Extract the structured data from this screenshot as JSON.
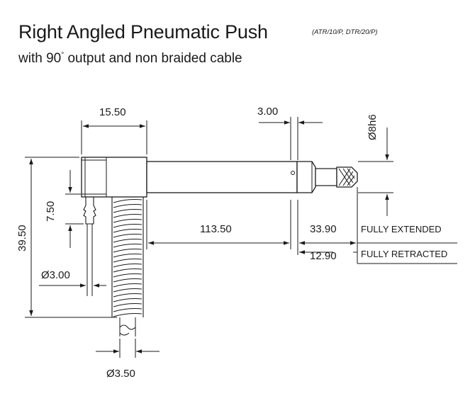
{
  "title": "Right Angled Pneumatic Push",
  "models": "(ATR/10/P, DTR/20/P)",
  "subtitle_prefix": "with 90",
  "subtitle_suffix": " output and non braided cable",
  "degree_mark": "°",
  "dimensions": {
    "body_width": "15.50",
    "pin_length": "3.00",
    "shaft_diameter": "Ø8h6",
    "overall_height": "39.50",
    "air_inlet_offset": "7.50",
    "air_tube_diameter": "Ø3.00",
    "stem_length": "113.50",
    "extended_travel": "33.90",
    "retracted_travel": "12.90",
    "cable_diameter": "Ø3.50"
  },
  "labels": {
    "fully_extended": "FULLY EXTENDED",
    "fully_retracted": "FULLY RETRACTED"
  }
}
